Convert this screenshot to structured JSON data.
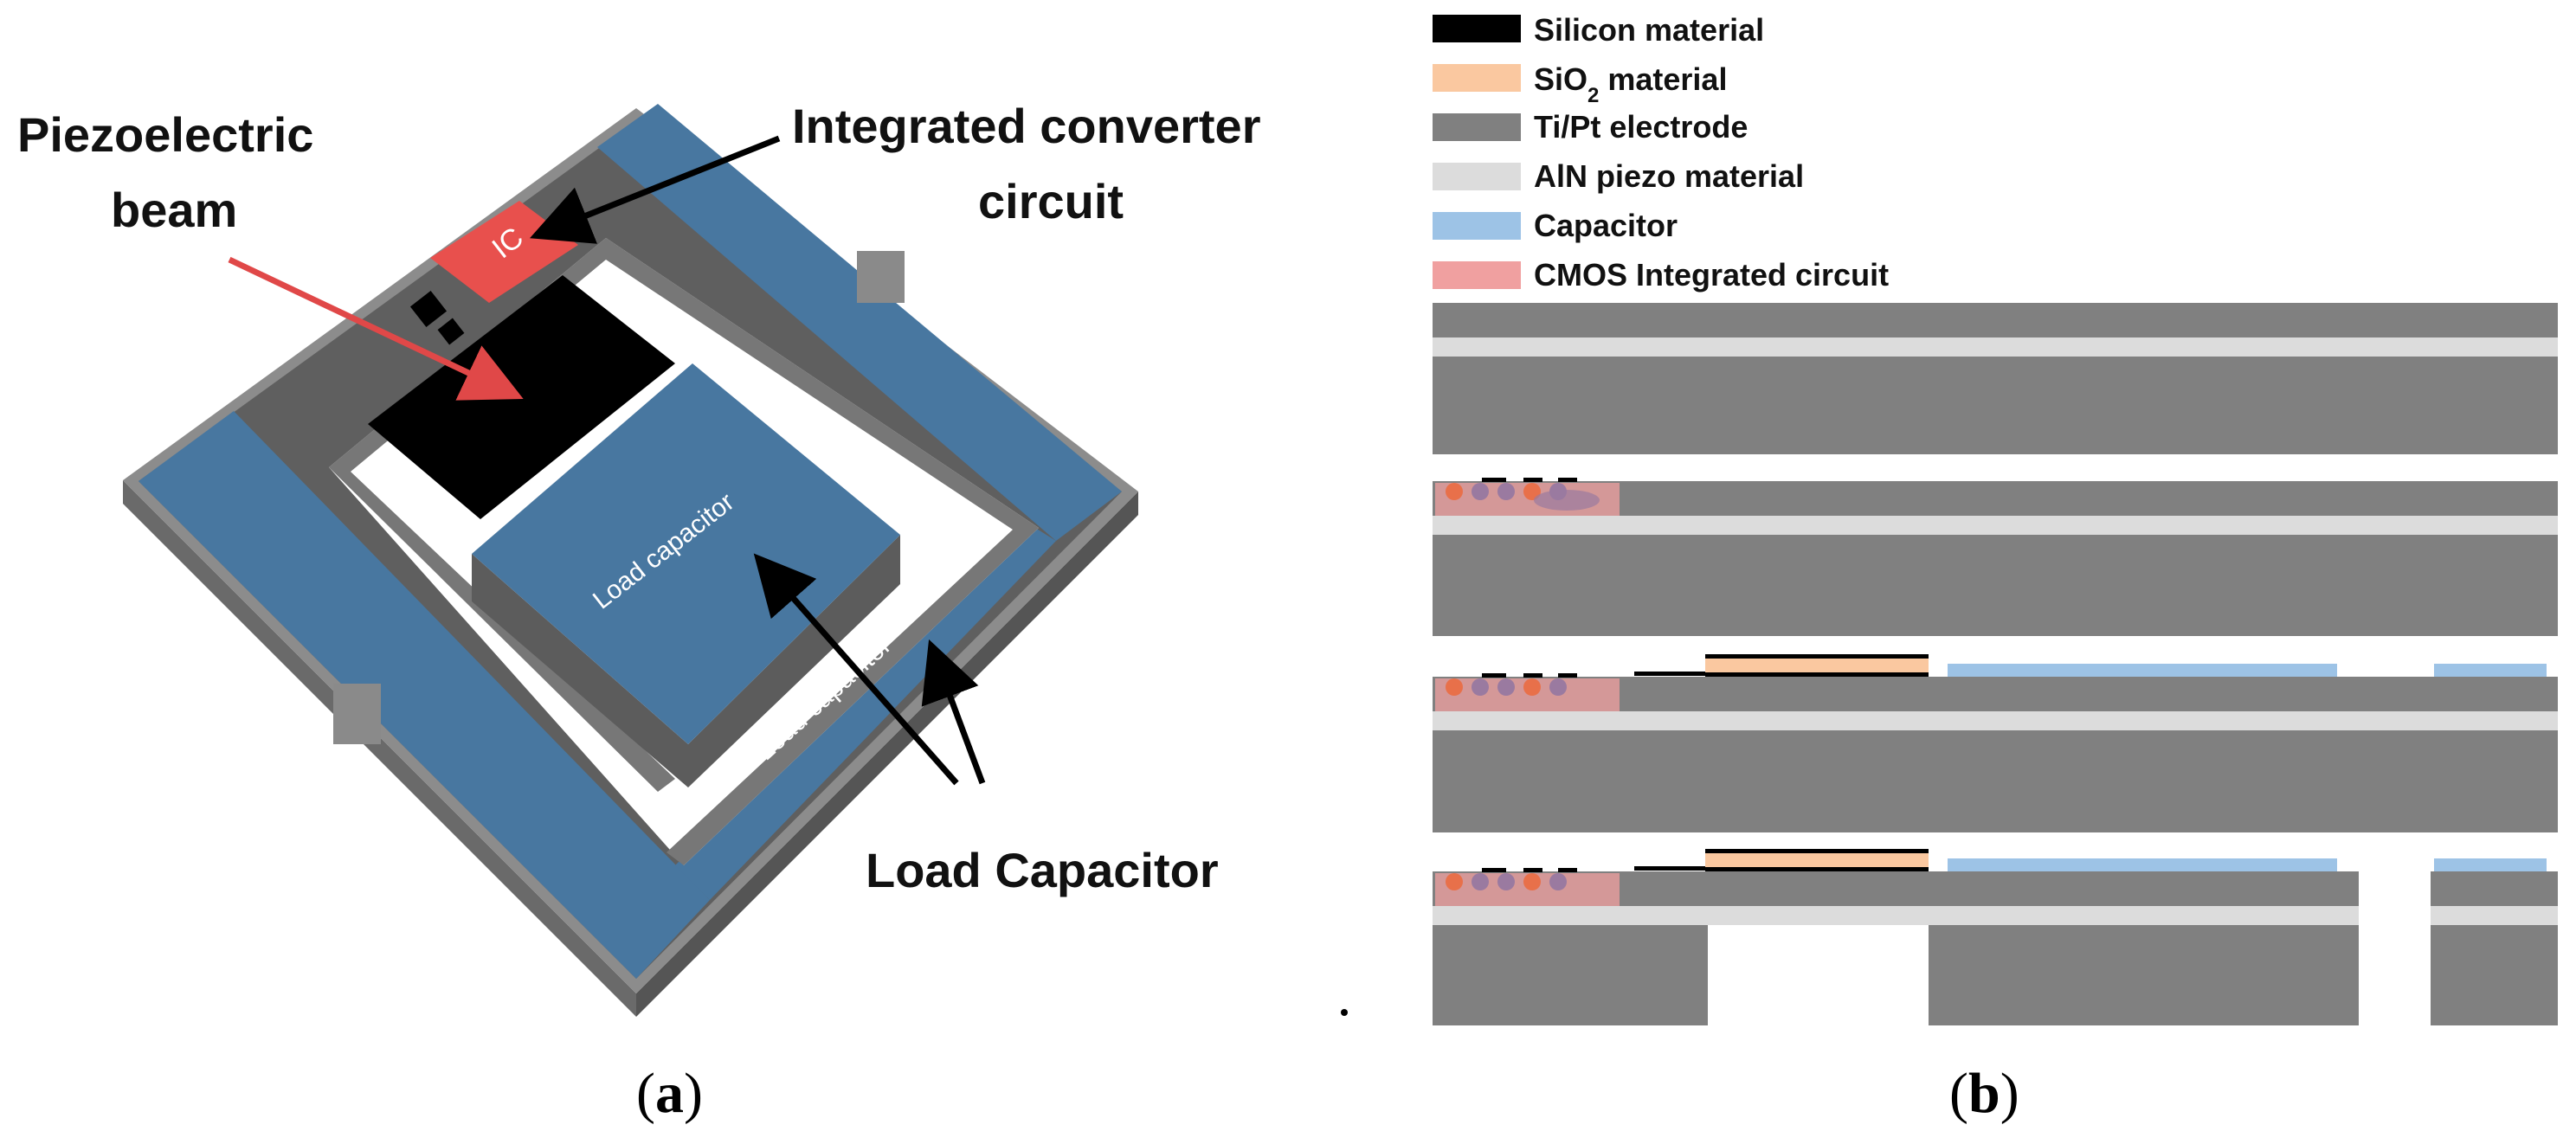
{
  "panel_a": {
    "label_open": "(",
    "label_letter": "a",
    "label_close": ")",
    "annotations": {
      "piezo_line1": "Piezoelectric",
      "piezo_line2": "beam",
      "converter_line1": "Integrated converter",
      "converter_line2": "circuit",
      "load_capacitor": "Load Capacitor"
    },
    "labels_on_device": {
      "ic": "IC",
      "center_capacitor": "Load capacitor",
      "frame_capacitor": "Load capacitor"
    }
  },
  "panel_b": {
    "label_open": "(",
    "label_letter": "b",
    "label_close": ")",
    "legend": [
      {
        "label": "Silicon material",
        "color": "#000000"
      },
      {
        "label_prefix": "SiO",
        "label_sub": "2",
        "label_suffix": " material",
        "color": "#fac8a0"
      },
      {
        "label": "Ti/Pt electrode",
        "color": "#808080"
      },
      {
        "label": "AlN piezo material",
        "color": "#dcdcdc"
      },
      {
        "label": "Capacitor",
        "color": "#9dc3e6"
      },
      {
        "label": "CMOS Integrated circuit",
        "color": "#f0a0a0"
      }
    ]
  },
  "colors": {
    "frame_blue": "#4877a0",
    "frame_grey": "#5f5f5f",
    "ic_red": "#e8504d",
    "beam_black": "#000000",
    "arrow_red": "#e04848",
    "layer_grey": "#808080",
    "layer_light": "#dcdcdc",
    "capacitor": "#9dc3e6",
    "sio2": "#fac8a0",
    "cmos": "#f0a0a0"
  }
}
